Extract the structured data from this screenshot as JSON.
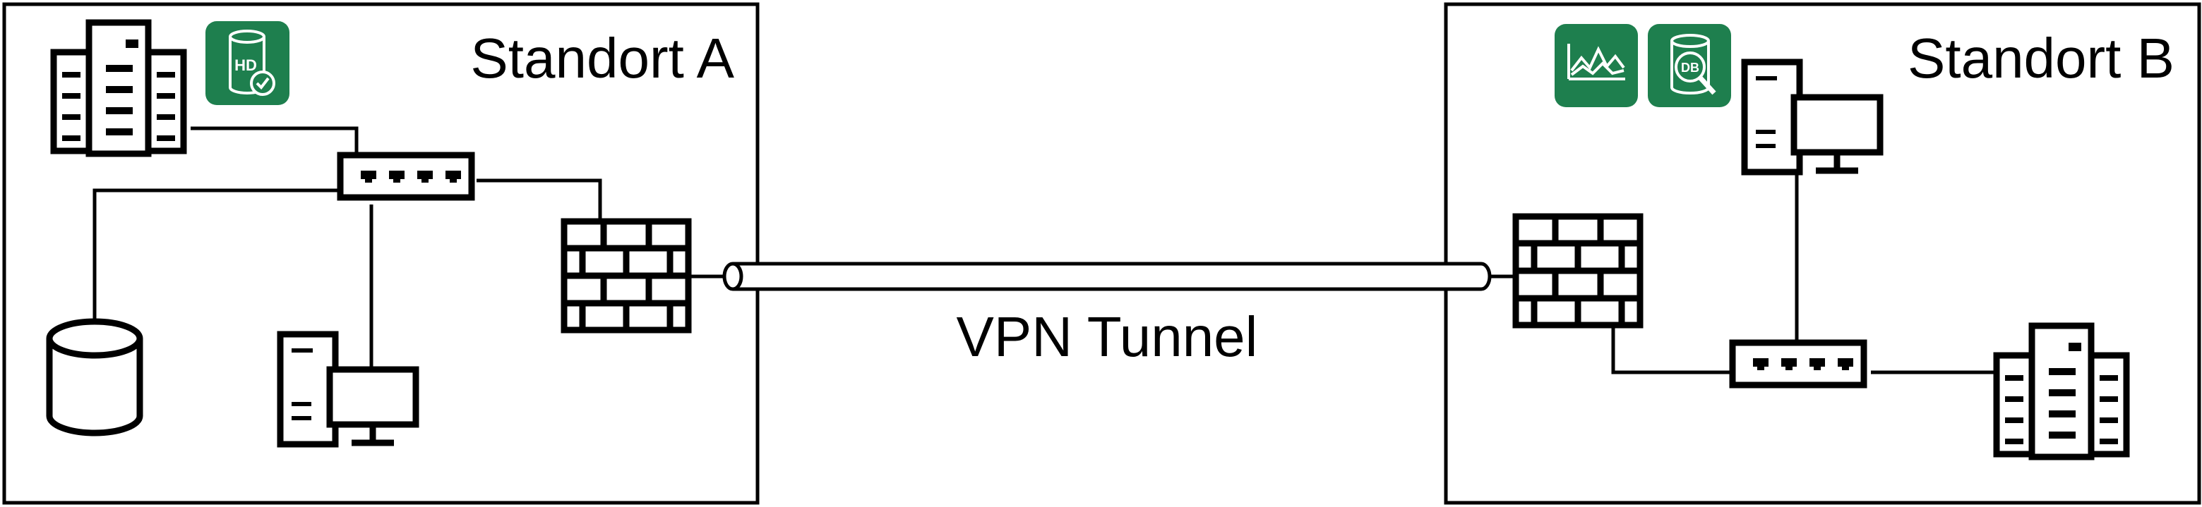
{
  "site_a": {
    "title": "Standort A"
  },
  "site_b": {
    "title": "Standort B"
  },
  "tunnel": {
    "label": "VPN Tunnel"
  },
  "badges": {
    "hd_backup": {
      "text": "HD",
      "icon": "hd-backup-icon"
    },
    "monitoring": {
      "icon": "monitoring-chart-icon"
    },
    "db_search": {
      "text": "DB",
      "icon": "database-search-icon"
    }
  },
  "colors": {
    "stroke": "#000000",
    "badge_green": "#1e7f4e",
    "background": "#ffffff"
  }
}
